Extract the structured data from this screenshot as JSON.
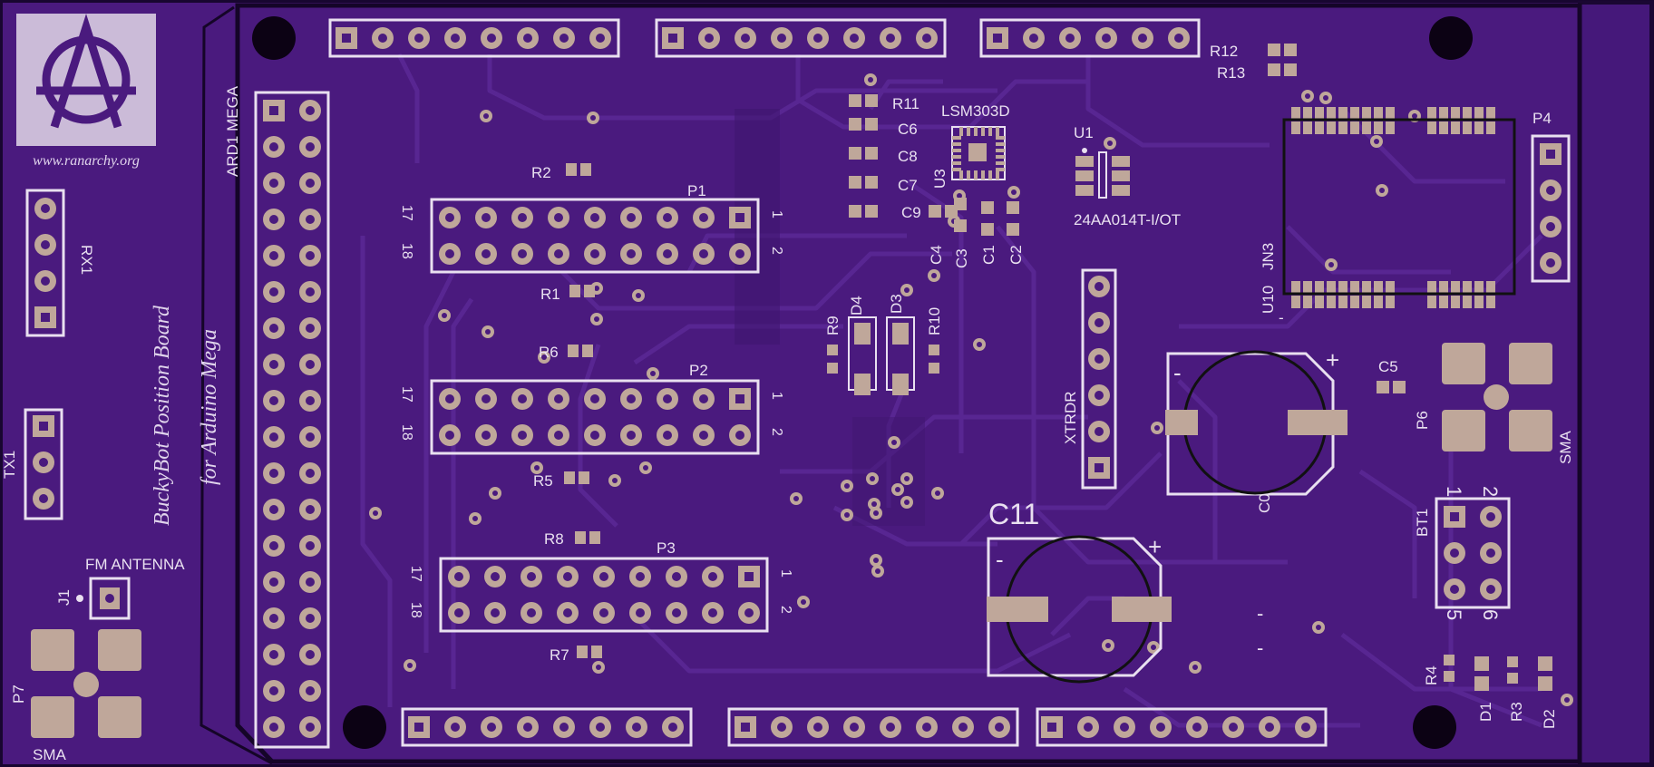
{
  "colors": {
    "board": "#4a1a7e",
    "board_edge": "#180630",
    "trace": "#55238c",
    "copper": "#bfa79a",
    "silkscreen": "#e9e0f0",
    "outline": "#111111"
  },
  "logo": {
    "icon": "anarchy-logo-icon",
    "url": "www.ranarchy.org"
  },
  "title": {
    "line1": "BuckyBot Position Board",
    "line2": "for Arduino Mega"
  },
  "labels": {
    "ard1": "ARD1 MEGA",
    "p1": "P1",
    "p2": "P2",
    "p3": "P3",
    "pin1": "1",
    "pin2": "2",
    "pin17": "17",
    "pin18": "18",
    "r1": "R1",
    "r2": "R2",
    "r3": "R3",
    "r4": "R4",
    "r5": "R5",
    "r6": "R6",
    "r7": "R7",
    "r8": "R8",
    "r9": "R9",
    "r10": "R10",
    "r11": "R11",
    "r12": "R12",
    "r13": "R13",
    "c0": "C0",
    "c1": "C1",
    "c2": "C2",
    "c3": "C3",
    "c4": "C4",
    "c5": "C5",
    "c6": "C6",
    "c7": "C7",
    "c8": "C8",
    "c9": "C9",
    "c11": "C11",
    "d1": "D1",
    "d2": "D2",
    "d3": "D3",
    "d4": "D4",
    "u1": "U1",
    "u3": "U3",
    "u10": "U10",
    "jn3": "JN3",
    "lsm": "LSM303D",
    "eeprom": "24AA014T-I/OT",
    "rx1": "RX1",
    "tx1": "TX1",
    "xtrdr": "XTRDR",
    "p4": "P4",
    "p6": "P6",
    "p7": "P7",
    "j1": "J1",
    "bt1": "BT1",
    "fm_antenna": "FM ANTENNA",
    "sma": "SMA",
    "plus": "+",
    "minus": "-",
    "bt_5": "5",
    "bt_6": "6"
  }
}
